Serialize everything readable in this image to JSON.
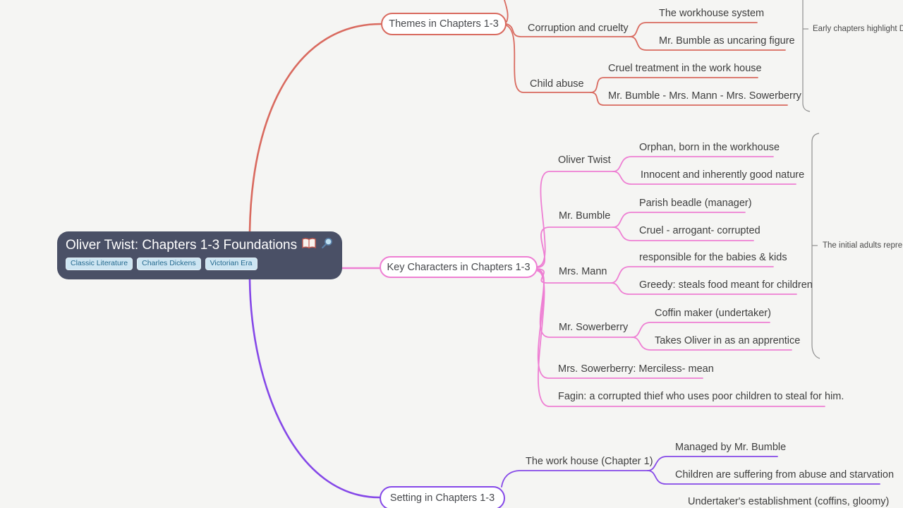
{
  "colors": {
    "background": "#f5f5f3",
    "branch_red": "#d96a5f",
    "branch_pink": "#ee7fd3",
    "branch_purple": "#8548e8",
    "central_bg": "#4a5066",
    "tag_bg": "#cde5f2",
    "tag_text": "#256a8f",
    "label_text": "#3e3e3e",
    "bracket": "#8f8f8f"
  },
  "root": {
    "title": "Oliver Twist: Chapters 1-3 Foundations",
    "icons": [
      "open-book-icon",
      "magnifying-glass-icon"
    ],
    "tags": [
      "Classic Literature",
      "Charles Dickens",
      "Victorian Era"
    ]
  },
  "branches": [
    {
      "label": "Themes in Chapters 1-3",
      "color": "#d96a5f",
      "annotation": "Early chapters highlight D",
      "topics": [
        {
          "label": "Corruption and cruelty",
          "children": [
            "The workhouse system",
            "Mr. Bumble as uncaring figure"
          ]
        },
        {
          "label": "Child abuse",
          "children": [
            "Cruel treatment in the work house",
            "Mr. Bumble - Mrs. Mann - Mrs. Sowerberry"
          ]
        }
      ]
    },
    {
      "label": "Key Characters in Chapters 1-3",
      "color": "#ee7fd3",
      "annotation": "The initial adults repre",
      "topics": [
        {
          "label": "Oliver Twist",
          "children": [
            "Orphan, born in the workhouse",
            "Innocent and inherently good nature"
          ]
        },
        {
          "label": "Mr. Bumble",
          "children": [
            "Parish beadle (manager)",
            "Cruel - arrogant- corrupted"
          ]
        },
        {
          "label": "Mrs. Mann",
          "children": [
            "responsible for the babies & kids",
            "Greedy: steals food meant for children"
          ]
        },
        {
          "label": "Mr. Sowerberry",
          "children": [
            "Coffin maker (undertaker)",
            "Takes Oliver in as an apprentice"
          ]
        },
        {
          "label": "Mrs. Sowerberry: Merciless- mean",
          "children": []
        },
        {
          "label": "Fagin: a corrupted thief who uses poor children to steal for him.",
          "children": []
        }
      ]
    },
    {
      "label": "Setting in Chapters 1-3",
      "color": "#8548e8",
      "annotation": "",
      "topics": [
        {
          "label": "The work house (Chapter 1)",
          "children": [
            "Managed by Mr. Bumble",
            "Children are suffering from abuse and starvation"
          ]
        },
        {
          "label": "Undertaker's establishment (coffins, gloomy)",
          "children": []
        }
      ]
    }
  ]
}
